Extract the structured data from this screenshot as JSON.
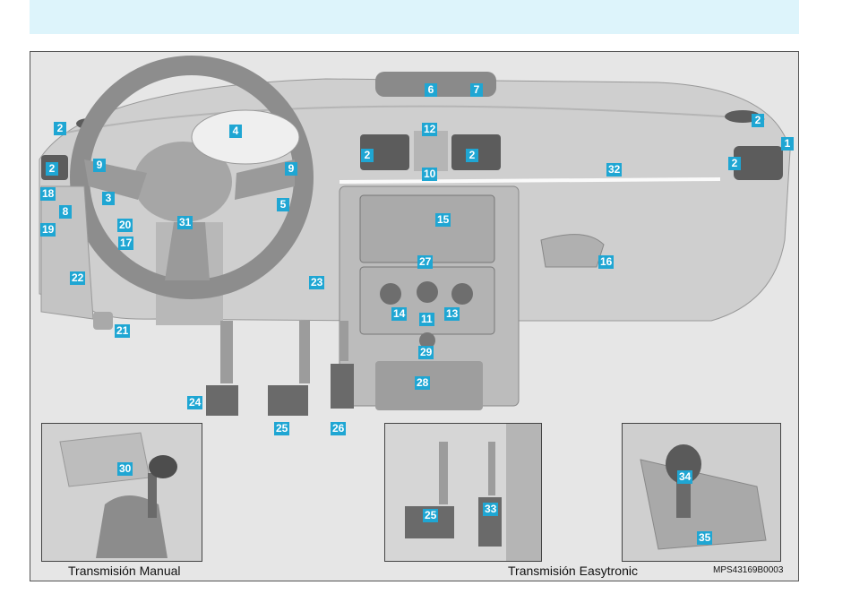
{
  "header_band": {
    "color": "#ddf4fb"
  },
  "callouts": [
    "1",
    "2",
    "3",
    "4",
    "5",
    "6",
    "7",
    "8",
    "9",
    "10",
    "11",
    "12",
    "13",
    "14",
    "15",
    "16",
    "17",
    "18",
    "19",
    "20",
    "21",
    "22",
    "23",
    "24",
    "25",
    "26",
    "27",
    "28",
    "29",
    "30",
    "31",
    "32",
    "33",
    "34",
    "35"
  ],
  "captions": {
    "manual": "Transmisión Manual",
    "easytronic": "Transmisión Easytronic",
    "figure_code": "MPS43169B0003"
  },
  "colors": {
    "callout": "#1fa6d3",
    "dashboard": "#c8c8c8",
    "background": "#e6e6e6"
  },
  "icons": [
    "steering-wheel",
    "hazard-triangle-icon",
    "gear-knob",
    "pedal"
  ]
}
